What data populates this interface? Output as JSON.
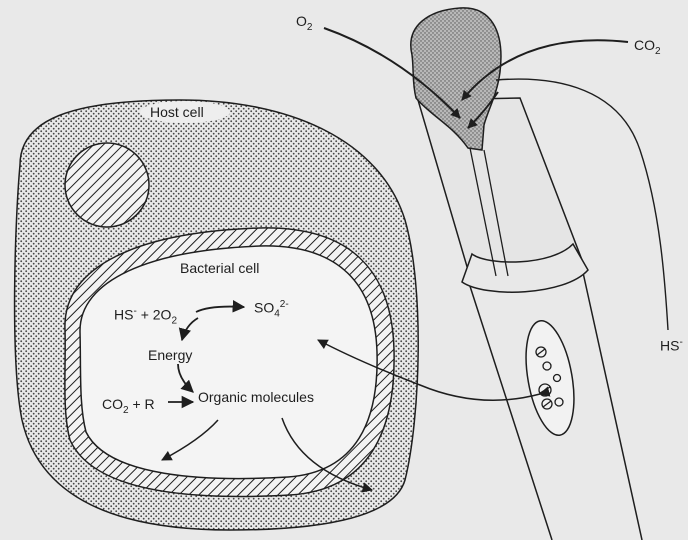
{
  "host_cell": {
    "label": "Host cell"
  },
  "bacterial_cell": {
    "label": "Bacterial cell"
  },
  "reactions": {
    "hs": "HS",
    "hs_charge": "-",
    "plus_2": "+ 2O",
    "o2_sub": "2",
    "so4": "SO",
    "so4_sub": "4",
    "so4_charge": "2-",
    "energy": "Energy",
    "co2": "CO",
    "co2_sub": "2",
    "plus_r": "+ R",
    "organic": "Organic molecules"
  },
  "tube_labels": {
    "o2": "O",
    "o2_sub": "2",
    "co2": "CO",
    "co2_sub": "2",
    "hs": "HS",
    "hs_charge": "-"
  },
  "colors": {
    "background": "#e9e9e9",
    "stroke": "#1e1e1e",
    "stipple": "#2a2a2a",
    "plume": "#9a9a9a"
  }
}
